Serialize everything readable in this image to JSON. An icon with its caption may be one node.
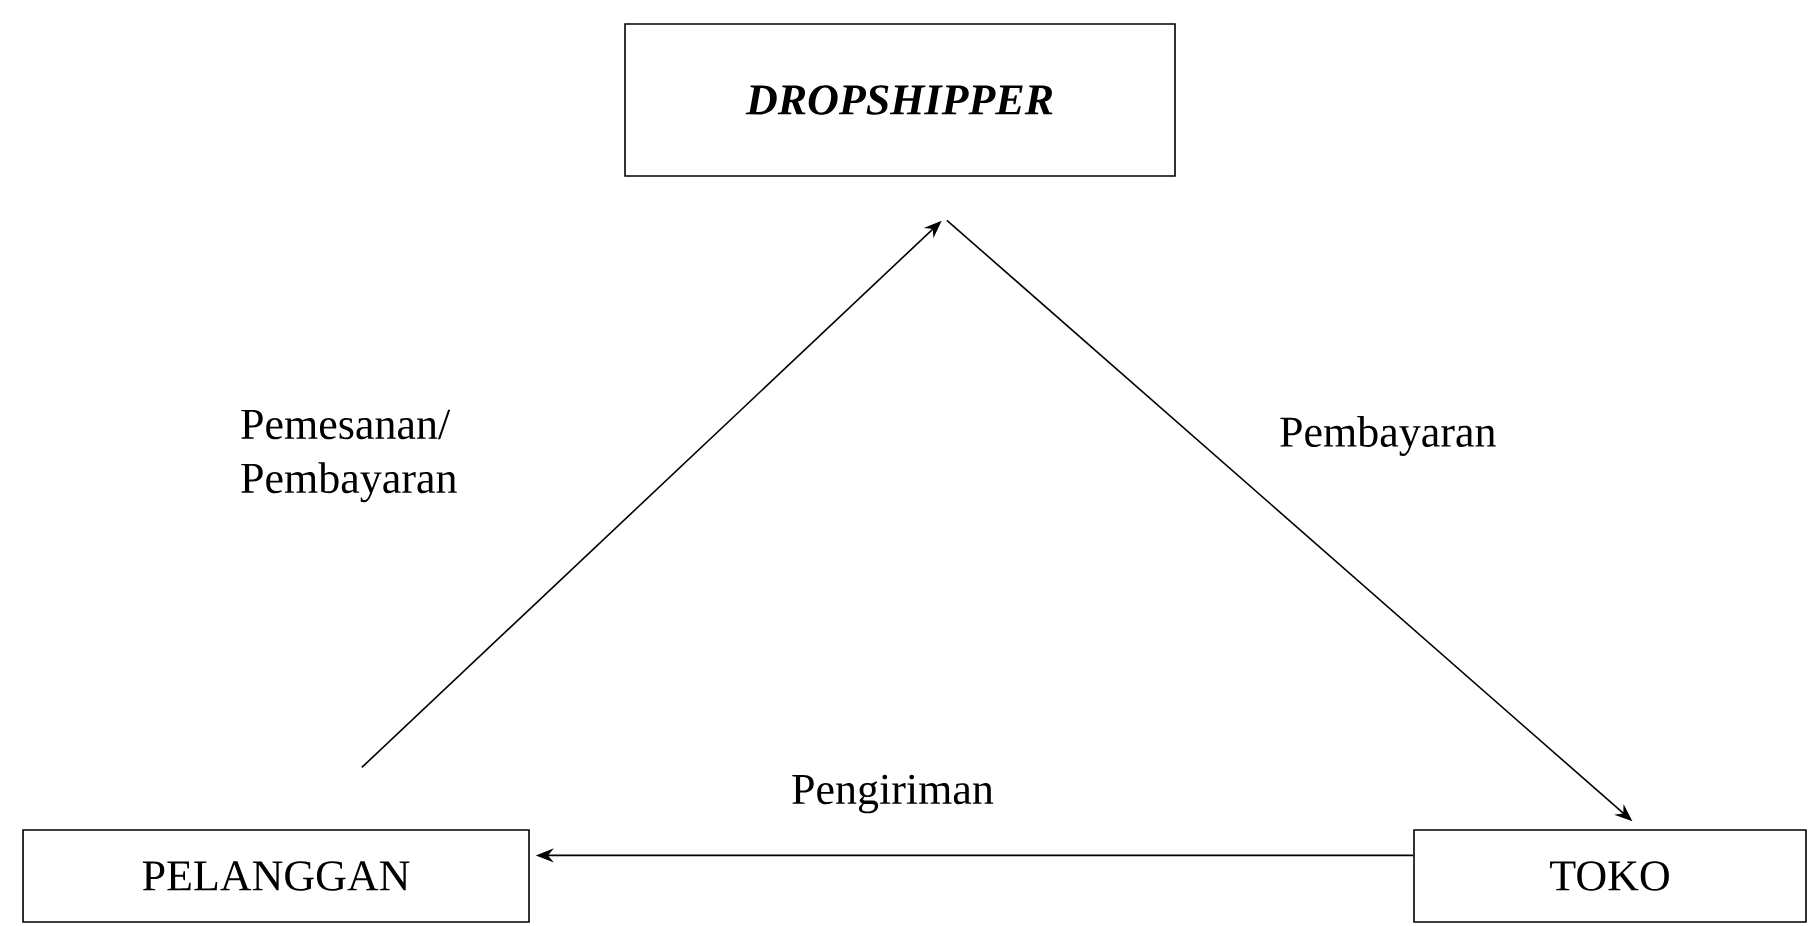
{
  "diagram": {
    "nodes": [
      {
        "text": [
          "DROPSHIPPER"
        ]
      },
      {
        "text": [
          "PELANGGAN"
        ]
      },
      {
        "text": [
          "TOKO"
        ]
      }
    ],
    "edges": [
      {
        "from": 1,
        "to": 0,
        "arrow": "to",
        "label": "Pemesanan/ Pembayaran"
      },
      {
        "from": 0,
        "to": 2,
        "arrow": "to",
        "label": "Pembayaran"
      },
      {
        "from": 2,
        "to": 1,
        "arrow": "to",
        "label": "Pengiriman"
      }
    ]
  }
}
